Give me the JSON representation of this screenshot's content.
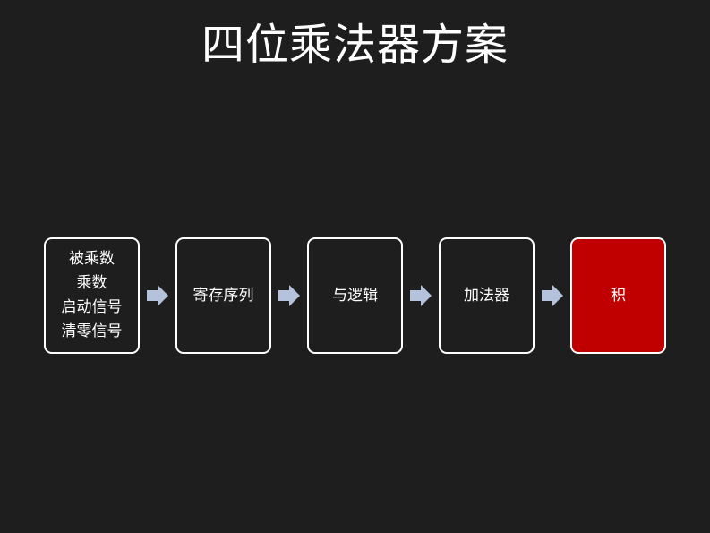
{
  "title": "四位乘法器方案",
  "colors": {
    "background": "#1e1e1e",
    "box_border": "#ffffff",
    "output_fill": "#c00000",
    "arrow": "#b4c2dc"
  },
  "flow": {
    "inputs": [
      "被乘数",
      "乘数",
      "启动信号",
      "清零信号"
    ],
    "register": "寄存序列",
    "logic": "与逻辑",
    "adder": "加法器",
    "output": "积"
  }
}
